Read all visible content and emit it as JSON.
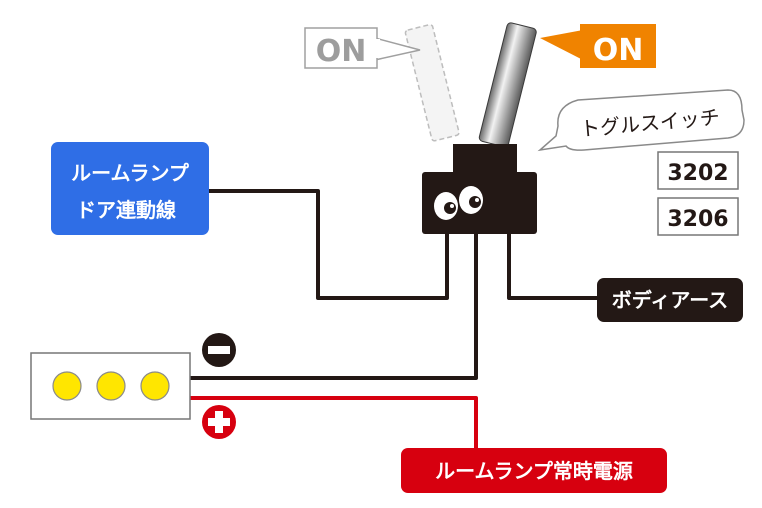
{
  "switch_states": {
    "off_position_label": "ON",
    "on_position_label": "ON"
  },
  "toggle_switch_callout": "トグルスイッチ",
  "model_numbers": [
    "3202",
    "3206"
  ],
  "labels": {
    "room_lamp_door": [
      "ルームランプ",
      "ドア連動線"
    ],
    "body_earth": "ボディアース",
    "room_lamp_constant_power": "ルームランプ常時電源"
  },
  "colors": {
    "blue_label": "#2f6ee6",
    "dark_label": "#231815",
    "red_label": "#d7000f",
    "orange_on": "#f08300",
    "gray_ghost": "#9d9d9d",
    "wire_black": "#231815",
    "wire_red": "#d7000f",
    "led_yellow": "#ffe600"
  },
  "icons": {
    "minus": "minus-circle-icon",
    "plus": "plus-circle-icon"
  }
}
